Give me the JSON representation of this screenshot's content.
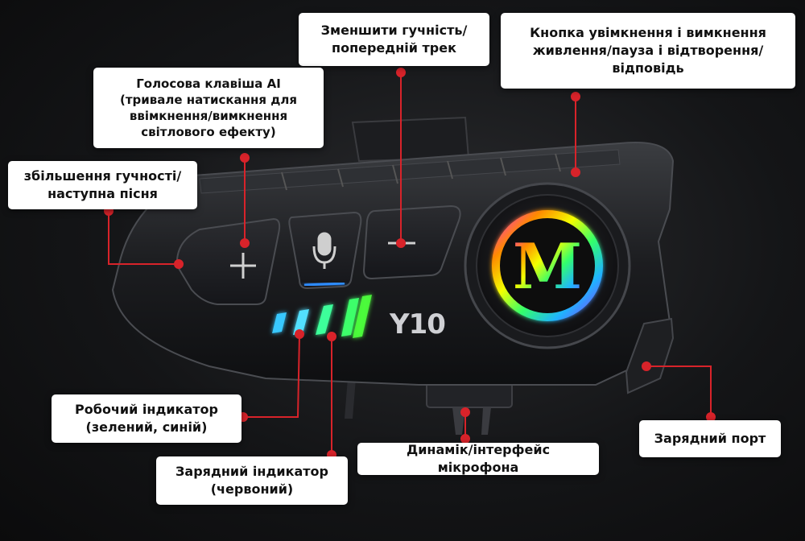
{
  "device": {
    "model_label": "Y10",
    "logo_letter": "M"
  },
  "callouts": {
    "volume_down": "Зменшити гучність/\nпопередній трек",
    "power_button": "Кнопка увімкнення і вимкнення\nживлення/пауза і відтворення/\nвідповідь",
    "ai_key": "Голосова клавіша AI\n(тривале натискання для\nввімкнення/вимкнення\nсвітлового ефекту)",
    "volume_up": "збільшення гучності/\nнаступна пісня",
    "work_indicator": "Робочий індикатор\n(зелений, синій)",
    "charge_indicator": "Зарядний індикатор\n(червоний)",
    "speaker_mic": "Динамік/інтерфейс мікрофона",
    "charging_port": "Зарядний порт"
  },
  "colors": {
    "leader_line": "#d8232a",
    "callout_bg": "#ffffff",
    "led_cyan": "#39c8ff",
    "led_green": "#3cff6a"
  }
}
